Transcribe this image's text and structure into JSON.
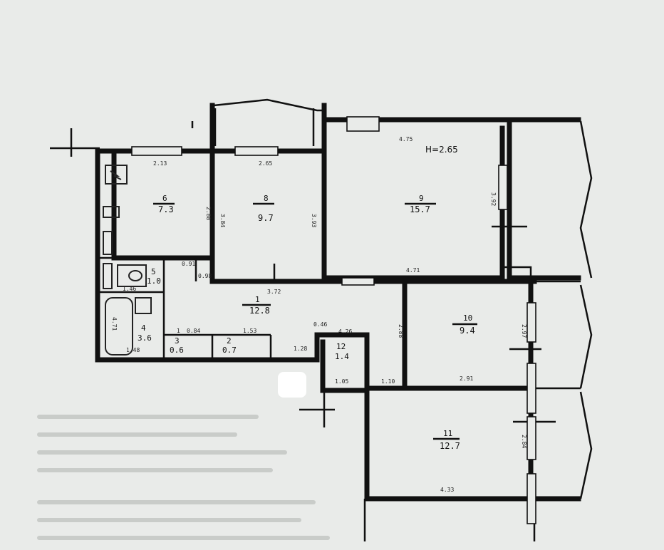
{
  "plan": {
    "ceiling_height": "H=2.65",
    "rooms": [
      {
        "id": "kitchen",
        "num": "6",
        "area": "7.3"
      },
      {
        "id": "bedroom-small",
        "num": "8",
        "area": "9.7"
      },
      {
        "id": "living",
        "num": "9",
        "area": "15.7"
      },
      {
        "id": "hall",
        "num": "1",
        "area": "12.8"
      },
      {
        "id": "toilet",
        "num": "5",
        "area": "1.0"
      },
      {
        "id": "bath",
        "num": "4",
        "area": "3.6"
      },
      {
        "id": "closet-a",
        "num": "3",
        "area": "0.6"
      },
      {
        "id": "closet-b",
        "num": "2",
        "area": "0.7"
      },
      {
        "id": "closet-c",
        "num": "12",
        "area": "1.4"
      },
      {
        "id": "room-10",
        "num": "10",
        "area": "9.4"
      },
      {
        "id": "room-11",
        "num": "11",
        "area": "12.7"
      }
    ],
    "dimensions": {
      "d213": "2.13",
      "d265": "2.65",
      "d475": "4.75",
      "d288": "2.88",
      "d384": "3.84",
      "d393": "3.93",
      "d392": "3.92",
      "d471": "4.71",
      "d372": "3.72",
      "d146": "1.46",
      "d091": "0.91",
      "d098": "0.98",
      "d471b": "4.71",
      "d148": "1.48",
      "d084": "0.84",
      "d153": "1.53",
      "d128": "1.28",
      "d426": "4.26",
      "d105": "1.05",
      "d110": "1.10",
      "d288b": "2.88",
      "d297": "2.97",
      "d291": "2.91",
      "d433": "4.33",
      "d284": "2.84",
      "d1": "1",
      "d046": "0.46"
    }
  }
}
